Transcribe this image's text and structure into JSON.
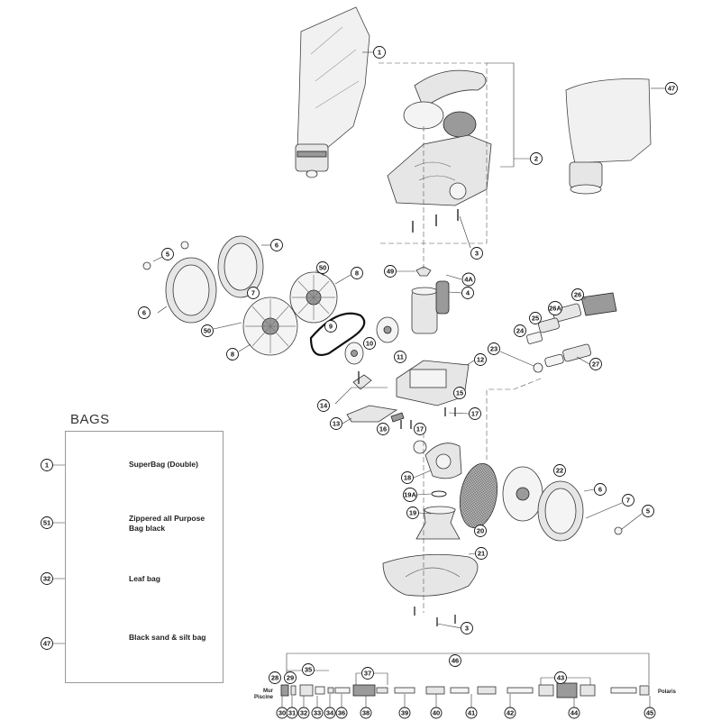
{
  "bags": {
    "title": "BAGS",
    "items": [
      {
        "number": "1",
        "label": "SuperBag (Double)"
      },
      {
        "number": "51",
        "label": "Zippered all Purpose Bag black"
      },
      {
        "number": "32",
        "label": "Leaf bag"
      },
      {
        "number": "47",
        "label": "Black sand & silt bag"
      }
    ]
  },
  "hose": {
    "left_label": "Mur Piscine",
    "right_label": "Polaris"
  },
  "callouts": {
    "c1": "1",
    "c2": "2",
    "c3a": "3",
    "c47": "47",
    "c5a": "5",
    "c6a": "6",
    "c50a": "50",
    "c8a": "8",
    "c6b": "6",
    "c7a": "7",
    "c50b": "50",
    "c8b": "8",
    "c9": "9",
    "c49": "49",
    "c4a": "4A",
    "c4": "4",
    "c26": "26",
    "c26a": "26A",
    "c25": "25",
    "c24": "24",
    "c23": "23",
    "c27": "27",
    "c10": "10",
    "c11": "11",
    "c12": "12",
    "c15": "15",
    "c14": "14",
    "c13": "13",
    "c16": "16",
    "c17a": "17",
    "c17b": "17",
    "c18": "18",
    "c19a": "19A",
    "c19": "19",
    "c20": "20",
    "c21": "21",
    "c22": "22",
    "c6c": "6",
    "c7b": "7",
    "c5b": "5",
    "c3b": "3",
    "c46": "46",
    "c28": "28",
    "c29": "29",
    "c35": "35",
    "c37": "37",
    "c43": "43",
    "c30": "30",
    "c31": "31",
    "c32": "32",
    "c33": "33",
    "c34": "34",
    "c36": "36",
    "c38": "38",
    "c39": "39",
    "c40": "40",
    "c41": "41",
    "c42": "42",
    "c44": "44",
    "c45": "45"
  }
}
